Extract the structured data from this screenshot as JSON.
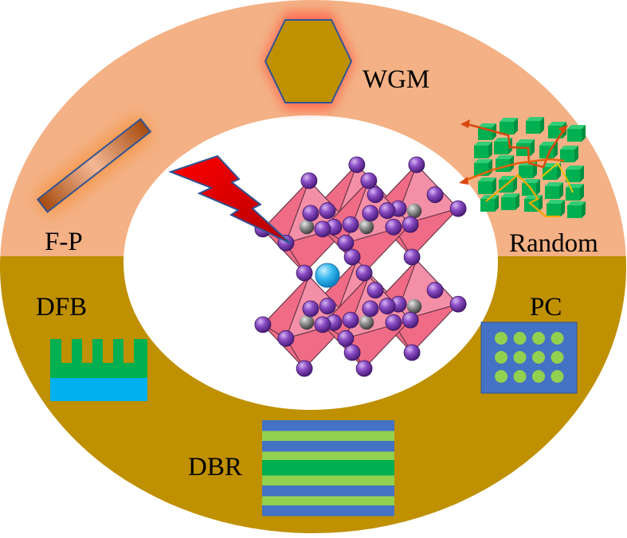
{
  "diagram": {
    "title": "Perovskite laser cavity types",
    "colors": {
      "upper_ring": "#f3b185",
      "lower_ring": "#bf9000",
      "center_background": "#ffffff",
      "octahedron_light": "#f48fa8",
      "octahedron_dark": "#ef6b86",
      "halide_atom": "#7030a0",
      "metal_atom": "#7f7f7f",
      "a_site_atom": "#2fb6ea",
      "lightning": "#e00000",
      "outline_blue": "#2f5597",
      "glow_orange": "#f79646",
      "glow_red": "#ff6a50",
      "dfb_green": "#00b050",
      "dfb_blue": "#00b0f0",
      "pc_blue": "#4472c4",
      "pc_green": "#92d050",
      "dbr_blue": "#4472c4",
      "dbr_light_green": "#92d050",
      "dbr_green": "#00b050",
      "random_cube": "#00b050"
    },
    "center": {
      "label": "Perovskite crystal structure (ABX3) with excitation lightning bolt"
    },
    "cavities": [
      {
        "id": "wgm",
        "label": "WGM",
        "shape": "hexagon"
      },
      {
        "id": "fp",
        "label": "F-P",
        "shape": "bar"
      },
      {
        "id": "random",
        "label": "Random",
        "shape": "cube-cluster"
      },
      {
        "id": "dfb",
        "label": "DFB",
        "shape": "grating"
      },
      {
        "id": "pc",
        "label": "PC",
        "shape": "hole-array",
        "rows": 3,
        "cols": 4
      },
      {
        "id": "dbr",
        "label": "DBR",
        "shape": "multilayer",
        "layers": [
          "blue",
          "light-green",
          "blue",
          "light-green",
          "green",
          "light-green",
          "blue",
          "light-green",
          "blue"
        ]
      }
    ]
  }
}
